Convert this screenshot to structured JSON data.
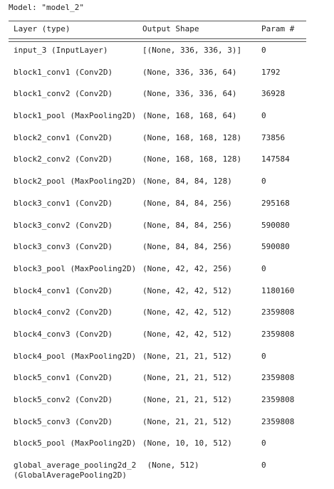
{
  "model": {
    "title": "Model: \"model_2\""
  },
  "columns": {
    "layer": "Layer (type)",
    "shape": "Output Shape",
    "param": "Param #"
  },
  "rows": [
    {
      "layer": "input_3 (InputLayer)",
      "shape": "[(None, 336, 336, 3)]",
      "param": "0"
    },
    {
      "layer": "block1_conv1 (Conv2D)",
      "shape": "(None, 336, 336, 64)",
      "param": "1792"
    },
    {
      "layer": "block1_conv2 (Conv2D)",
      "shape": "(None, 336, 336, 64)",
      "param": "36928"
    },
    {
      "layer": "block1_pool (MaxPooling2D)",
      "shape": "(None, 168, 168, 64)",
      "param": "0"
    },
    {
      "layer": "block2_conv1 (Conv2D)",
      "shape": "(None, 168, 168, 128)",
      "param": "73856"
    },
    {
      "layer": "block2_conv2 (Conv2D)",
      "shape": "(None, 168, 168, 128)",
      "param": "147584"
    },
    {
      "layer": "block2_pool (MaxPooling2D)",
      "shape": "(None, 84, 84, 128)",
      "param": "0"
    },
    {
      "layer": "block3_conv1 (Conv2D)",
      "shape": "(None, 84, 84, 256)",
      "param": "295168"
    },
    {
      "layer": "block3_conv2 (Conv2D)",
      "shape": "(None, 84, 84, 256)",
      "param": "590080"
    },
    {
      "layer": "block3_conv3 (Conv2D)",
      "shape": "(None, 84, 84, 256)",
      "param": "590080"
    },
    {
      "layer": "block3_pool (MaxPooling2D)",
      "shape": "(None, 42, 42, 256)",
      "param": "0"
    },
    {
      "layer": "block4_conv1 (Conv2D)",
      "shape": "(None, 42, 42, 512)",
      "param": "1180160"
    },
    {
      "layer": "block4_conv2 (Conv2D)",
      "shape": "(None, 42, 42, 512)",
      "param": "2359808"
    },
    {
      "layer": "block4_conv3 (Conv2D)",
      "shape": "(None, 42, 42, 512)",
      "param": "2359808"
    },
    {
      "layer": "block4_pool (MaxPooling2D)",
      "shape": "(None, 21, 21, 512)",
      "param": "0"
    },
    {
      "layer": "block5_conv1 (Conv2D)",
      "shape": "(None, 21, 21, 512)",
      "param": "2359808"
    },
    {
      "layer": "block5_conv2 (Conv2D)",
      "shape": "(None, 21, 21, 512)",
      "param": "2359808"
    },
    {
      "layer": "block5_conv3 (Conv2D)",
      "shape": "(None, 21, 21, 512)",
      "param": "2359808"
    },
    {
      "layer": "block5_pool (MaxPooling2D)",
      "shape": "(None, 10, 10, 512)",
      "param": "0"
    },
    {
      "layer": "global_average_pooling2d_2\n(GlobalAveragePooling2D)",
      "shape": " (None, 512)",
      "param": "0"
    }
  ]
}
